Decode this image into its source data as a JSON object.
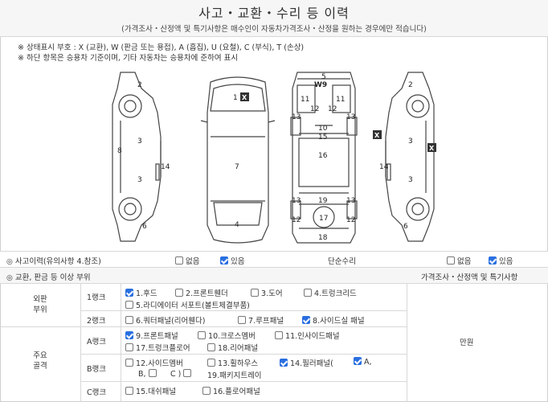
{
  "header": {
    "title": "사고・교환・수리 등 이력",
    "subtitle": "(가격조사・산정액 및 특기사항은 매수인이 자동차가격조사・산정을 원하는 경우에만 적습니다)"
  },
  "legend": {
    "line1": "※ 상태표시 부호 : X (교환), W (판금 또는 용접), A (흠집), U (요철), C (부식), T (손상)",
    "line2": "※ 하단 항목은 승용차 기준이며, 기타 자동차는 승용차에 준하여 표시"
  },
  "diagram": {
    "left": {
      "n2": "2",
      "n3a": "3",
      "n3b": "3",
      "n6": "6",
      "n8": "8",
      "n14": "14"
    },
    "top": {
      "n1": "1",
      "n7": "7",
      "n4": "4",
      "mark1": "X"
    },
    "middle": {
      "n5": "5",
      "w9": "W9",
      "n11a": "11",
      "n11b": "11",
      "n12a": "12",
      "n12b": "12",
      "n13a": "13",
      "n13b": "13",
      "n10": "10",
      "n15": "15",
      "n16": "16",
      "n19": "19",
      "n13c": "13",
      "n13d": "13",
      "n12c": "12",
      "n12d": "12",
      "n17": "17",
      "n18": "18"
    },
    "right": {
      "n2": "2",
      "n3a": "3",
      "n3b": "3",
      "n6": "6",
      "n14": "14",
      "markA": "X",
      "markB": "X"
    }
  },
  "accident": {
    "label": "사고이력(유의사항 4.참조)",
    "none_label": "없음",
    "yes_label": "있음",
    "none_checked": false,
    "yes_checked": true,
    "simple_repair_label": "단순수리",
    "simple_none_label": "없음",
    "simple_yes_label": "있음",
    "simple_none_checked": false,
    "simple_yes_checked": true
  },
  "replacement": {
    "label": "교환, 판금 등 이상 부위",
    "price_header": "가격조사・산정액 및 특기사항"
  },
  "sections": {
    "exterior": "외판\n부위",
    "main": "주요\n골격",
    "unit": "만원"
  },
  "ranks": {
    "r1": "1랭크",
    "r2": "2랭크",
    "ra": "A랭크",
    "rb": "B랭크",
    "rc": "C랭크"
  },
  "items": {
    "hood": "1.후드",
    "hood_on": true,
    "front_fender": "2.프론트휀더",
    "front_fender_on": false,
    "door": "3.도어",
    "door_on": false,
    "trunk_lid": "4.트렁크리드",
    "trunk_lid_on": false,
    "radiator": "5.라디에이터 서포트(볼트체결부품)",
    "radiator_on": false,
    "quarter": "6.쿼터패널(리어휀다)",
    "quarter_on": false,
    "roof": "7.루프패널",
    "roof_on": false,
    "side_sill": "8.사이드실 패널",
    "side_sill_on": true,
    "front_panel": "9.프론트패널",
    "front_panel_on": true,
    "cross_member": "10.크로스멤버",
    "cross_member_on": false,
    "inside_panel": "11.인사이드패널",
    "inside_panel_on": false,
    "trunk_floor": "17.트렁크플로어",
    "trunk_floor_on": false,
    "rear_panel": "18.리어패널",
    "rear_panel_on": false,
    "side_member": "12.사이드멤버",
    "side_member_on": false,
    "wheel_house": "13.휠하우스",
    "wheel_house_on": false,
    "pillar": "14.필러패널(",
    "pillar_on": true,
    "pillar_a": "A,",
    "pillar_a_on": true,
    "pillar_b": "B,",
    "pillar_b_on": false,
    "pillar_c": "C )",
    "pillar_c_on": false,
    "package_tray": "19.패키지트레이",
    "package_tray_on": false,
    "dash_panel": "15.대쉬패널",
    "dash_panel_on": false,
    "floor_panel": "16.플로어패널",
    "floor_panel_on": false
  }
}
